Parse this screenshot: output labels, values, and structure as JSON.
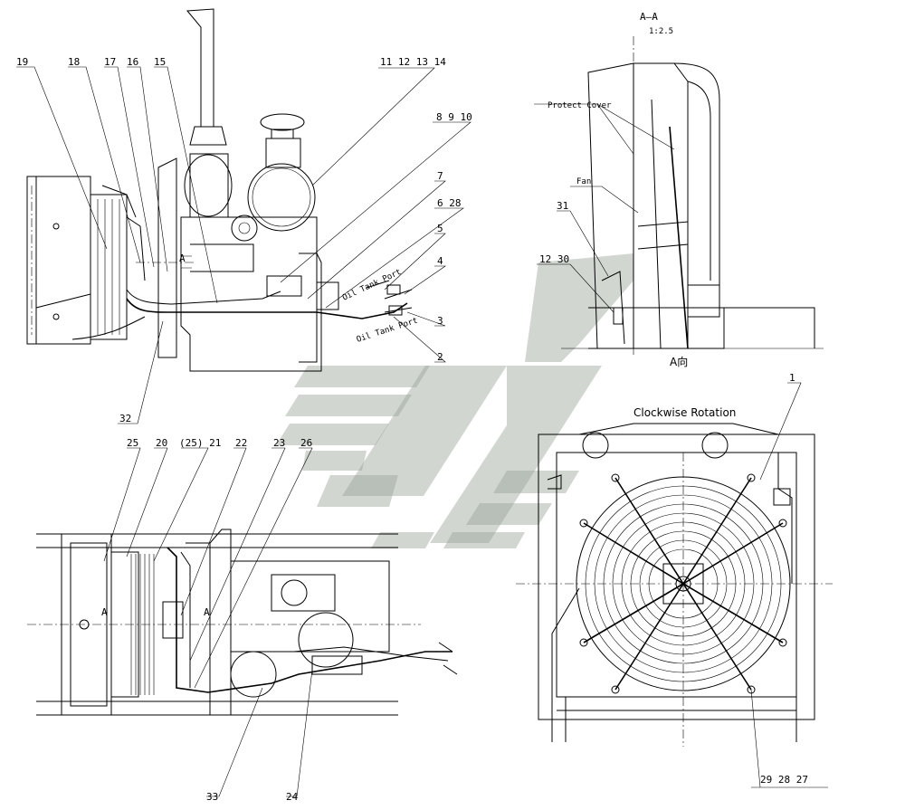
{
  "section_title": "A—A",
  "section_scale": "1:2.5",
  "view_arrow_label": "A向",
  "rotation_label": "Clockwise Rotation",
  "protect_cover_label": "Protect Cover",
  "fan_label": "Fan",
  "oil_tank_port_upper": "Oil Tank Port",
  "oil_tank_port_lower": "Oil Tank Port",
  "section_marker": "A",
  "callouts": {
    "c19": "19",
    "c18": "18",
    "c17": "17",
    "c16": "16",
    "c15": "15",
    "c11_14": "11 12 13 14",
    "c8_10": "8 9 10",
    "c7": "7",
    "c6_28": "6 28",
    "c5": "5",
    "c4": "4",
    "c3": "3",
    "c2": "2",
    "c32": "32",
    "c31": "31",
    "c12_30": "12 30",
    "c1": "1",
    "c25": "25",
    "c20": "20",
    "c25b_21": "(25) 21",
    "c22": "22",
    "c23": "23",
    "c26": "26",
    "c33": "33",
    "c24": "24",
    "c29_28_27": "29 28 27"
  }
}
